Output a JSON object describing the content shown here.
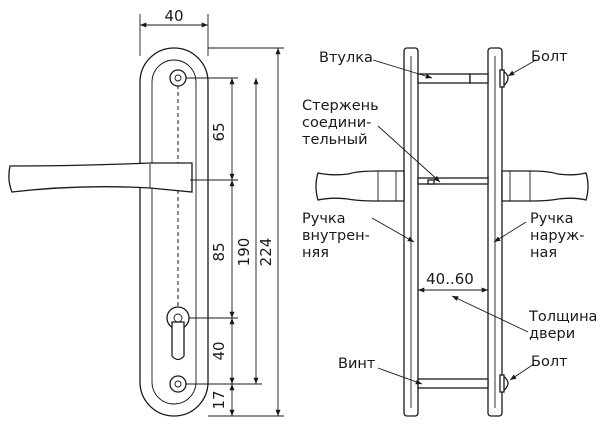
{
  "front_view": {
    "dimensions": {
      "width": "40",
      "upper_spacing": "65",
      "middle_spacing": "85",
      "lower_spacing": "40",
      "bottom_offset": "17",
      "center_distance": "190",
      "total_height": "224"
    }
  },
  "side_view": {
    "labels": {
      "bushing": "Втулка",
      "bolt_top": "Болт",
      "rod_line1": "Стержень",
      "rod_line2": "соедини-",
      "rod_line3": "тельный",
      "inner_handle_line1": "Ручка",
      "inner_handle_line2": "внутрен-",
      "inner_handle_line3": "няя",
      "outer_handle_line1": "Ручка",
      "outer_handle_line2": "наруж-",
      "outer_handle_line3": "ная",
      "door_range": "40..60",
      "door_thickness_line1": "Толщина",
      "door_thickness_line2": "двери",
      "screw": "Винт",
      "bolt_bottom": "Болт"
    }
  }
}
